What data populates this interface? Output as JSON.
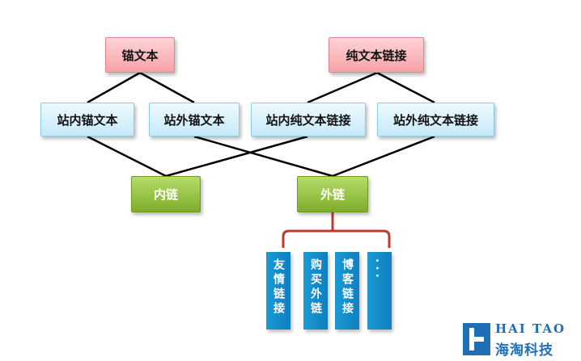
{
  "nodes": {
    "anchor_text": "锚文本",
    "plain_text_link": "纯文本链接",
    "internal_anchor_text": "站内锚文本",
    "external_anchor_text": "站外锚文本",
    "internal_plain_text_link": "站内纯文本链接",
    "external_plain_text_link": "站外纯文本链接",
    "internal_link": "内链",
    "external_link": "外链"
  },
  "external_link_types": [
    "友情链接",
    "购买外链",
    "博客链接",
    "..."
  ],
  "logo": {
    "en": "HAI TAO",
    "zh": "海淘科技"
  },
  "colors": {
    "pink": "#f5a3a8",
    "blue_box": "#c5e9f8",
    "green": "#7dad2a",
    "bar_blue": "#1b9ad6",
    "bracket": "#c0392b",
    "lines": "#000000",
    "logo_blue": "#1f6fb7"
  }
}
